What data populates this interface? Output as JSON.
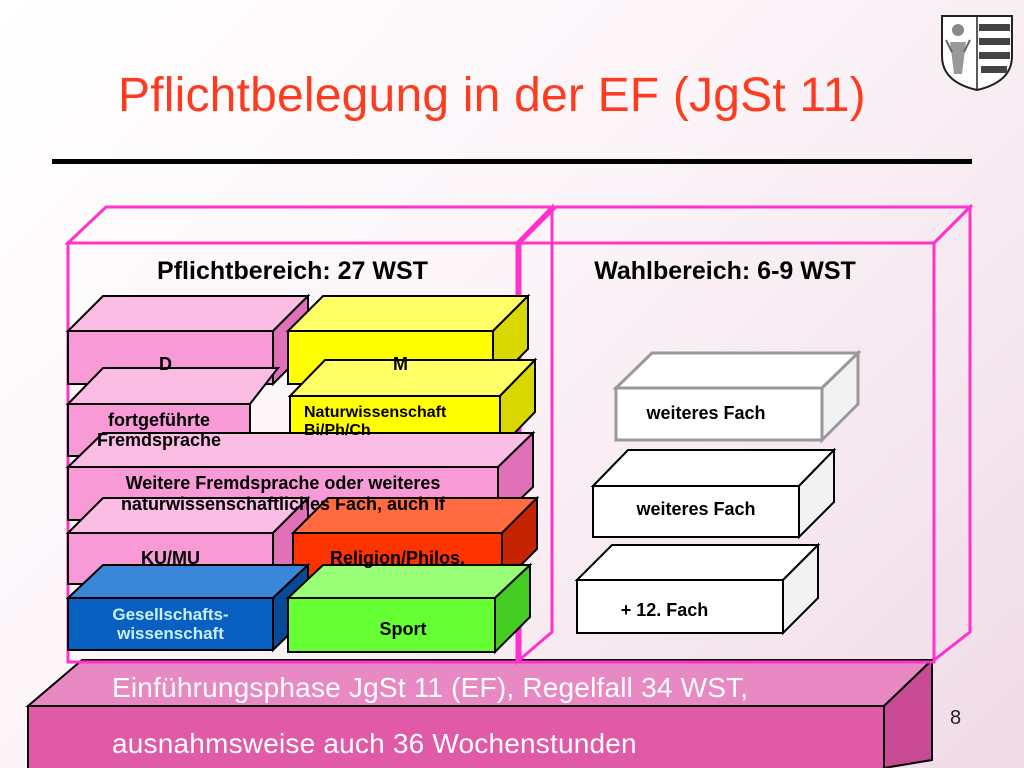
{
  "slide": {
    "title": "Pflichtbelegung in der EF (JgSt 11)",
    "page_number": "8"
  },
  "sections": {
    "pflicht_header": "Pflichtbereich: 27 WST",
    "wahl_header": "Wahlbereich: 6-9 WST"
  },
  "pflicht_blocks": {
    "deutsch": "D",
    "mathe": "M",
    "fremdsprache_1": "fortgeführte",
    "fremdsprache_2": "Fremdsprache",
    "nawi_1": "Naturwissenschaft",
    "nawi_2": "Bi/Ph/Ch",
    "weitere_1": "Weitere Fremdsprache oder weiteres",
    "weitere_2": "naturwissenschaftliches Fach, auch If",
    "kumu": "KU/MU",
    "religion": "Religion/Philos.",
    "gesell_1": "Gesellschafts-",
    "gesell_2": "wissenschaft",
    "sport": "Sport"
  },
  "wahl_blocks": {
    "fach_1": "weiteres Fach",
    "fach_2": "weiteres Fach",
    "fach_3": "+ 12. Fach"
  },
  "base": {
    "line_1": "Einführungsphase JgSt 11 (EF), Regelfall 34 WST,",
    "line_2": "ausnahmsweise auch 36 Wochenstunden"
  },
  "colors": {
    "title": "#ff3b1f",
    "pink_box": "#f89ad6",
    "yellow_box": "#ffff00",
    "red_box": "#ff3300",
    "blue_box": "#0a60c0",
    "green_box": "#66ff33",
    "magenta_outline": "#ff33cc",
    "base_fill": "#e05aa8"
  }
}
